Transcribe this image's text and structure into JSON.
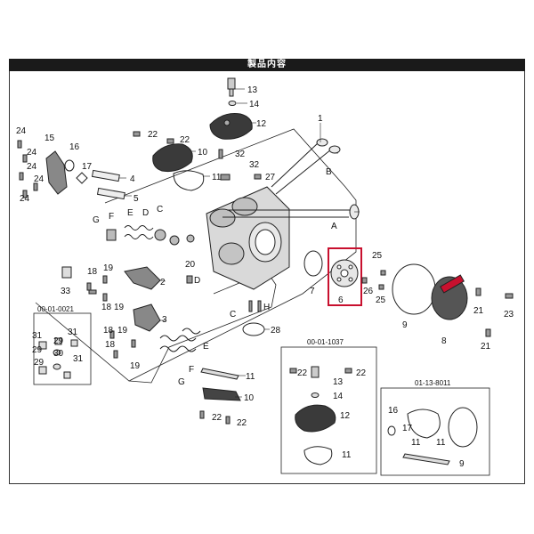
{
  "header": {
    "title": "製品内容"
  },
  "boxes": {
    "valve_kit_code": "00-01-0021",
    "cover_kit_code": "00-01-1037",
    "gasket_kit_code": "01-13-8011"
  },
  "labels": {
    "l1": "1",
    "l2": "2",
    "l3": "3",
    "l4": "4",
    "l5": "5",
    "l6": "6",
    "l7": "7",
    "l8": "8",
    "l9": "9",
    "l10": "10",
    "l11": "11",
    "l12": "12",
    "l13": "13",
    "l14": "14",
    "l15": "15",
    "l16": "16",
    "l17": "17",
    "l18": "18",
    "l19": "19",
    "l20": "20",
    "l21": "21",
    "l22": "22",
    "l23": "23",
    "l24": "24",
    "l25": "25",
    "l26": "26",
    "l27": "27",
    "l28": "28",
    "l29": "29",
    "l30": "30",
    "l31": "31",
    "l32": "32",
    "l33": "33",
    "lA": "A",
    "lB": "B",
    "lC": "C",
    "lD": "D",
    "lE": "E",
    "lF": "F",
    "lG": "G",
    "lH": "H"
  },
  "highlight_color": "#c8102e"
}
